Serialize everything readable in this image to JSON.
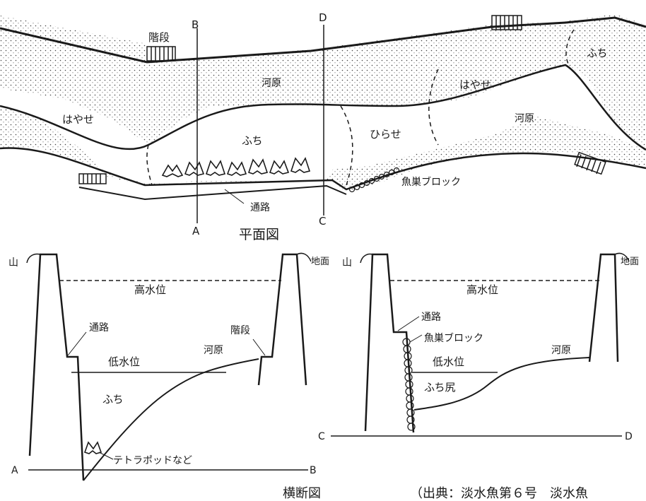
{
  "plan": {
    "title": "平面図",
    "stairs_label": "階段",
    "section_b": "B",
    "section_a": "A",
    "section_d": "D",
    "section_c": "C",
    "riverbank_upper": "河原",
    "riverbank_right": "河原",
    "rapids_left": "はやせ",
    "rapids_right": "はやせ",
    "pool_center": "ふち",
    "pool_right": "ふち",
    "shallows": "ひらせ",
    "fish_block": "魚巣ブロック",
    "path": "通路"
  },
  "section_ab": {
    "mountain": "山",
    "ground": "地面",
    "high_water": "高水位",
    "path": "通路",
    "stairs": "階段",
    "riverbank": "河原",
    "low_water": "低水位",
    "pool": "ふち",
    "tetrapod": "テトラポッドなど",
    "end_a": "A",
    "end_b": "B"
  },
  "section_cd": {
    "mountain": "山",
    "ground": "地面",
    "high_water": "高水位",
    "path": "通路",
    "fish_block": "魚巣ブロック",
    "riverbank": "河原",
    "low_water": "低水位",
    "pool_tail": "ふち尻",
    "end_c": "C",
    "end_d": "D"
  },
  "cross_section_title": "横断図",
  "source_note": "（出典：淡水魚第６号　淡水魚"
}
